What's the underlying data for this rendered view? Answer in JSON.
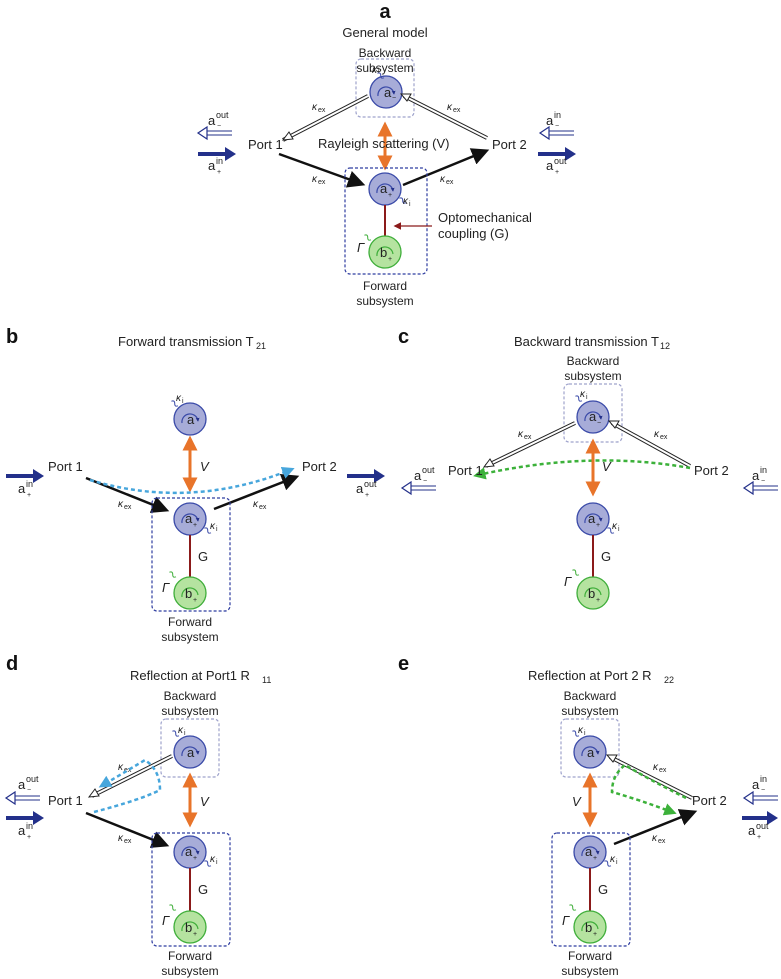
{
  "panels": {
    "a": {
      "letter": "a",
      "title": "General model",
      "backward_subsystem": [
        "Backward",
        "subsystem"
      ],
      "forward_subsystem": [
        "Forward",
        "subsystem"
      ],
      "port1": "Port 1",
      "port2": "Port 2",
      "rayleigh": "Rayleigh scattering (V)",
      "optomech": [
        "Optomechanical",
        "coupling (G)"
      ]
    },
    "b": {
      "letter": "b",
      "title": "Forward transmission T",
      "title_sub": "21",
      "port1": "Port 1",
      "port2": "Port 2",
      "coupling_v": "V",
      "coupling_g": "G",
      "forward_subsystem": [
        "Forward",
        "subsystem"
      ]
    },
    "c": {
      "letter": "c",
      "title": "Backward transmission T",
      "title_sub": "12",
      "backward_subsystem": [
        "Backward",
        "subsystem"
      ],
      "port1": "Port 1",
      "port2": "Port 2",
      "coupling_v": "V",
      "coupling_g": "G"
    },
    "d": {
      "letter": "d",
      "title": "Reflection at Port1 R",
      "title_sub": "11",
      "backward_subsystem": [
        "Backward",
        "subsystem"
      ],
      "forward_subsystem": [
        "Forward",
        "subsystem"
      ],
      "port1": "Port 1",
      "coupling_v": "V",
      "coupling_g": "G"
    },
    "e": {
      "letter": "e",
      "title": "Reflection at Port 2 R",
      "title_sub": "22",
      "backward_subsystem": [
        "Backward",
        "subsystem"
      ],
      "forward_subsystem": [
        "Forward",
        "subsystem"
      ],
      "port2": "Port 2",
      "coupling_v": "V",
      "coupling_g": "G"
    }
  },
  "symbols": {
    "a_minus": "a",
    "a_plus": "a",
    "b_plus": "b",
    "a_base": "a",
    "out_sup": "out",
    "in_sup": "in",
    "plus_sub": "+",
    "minus_sub": "−",
    "kappa": "κ",
    "kappa_ex_sub": "ex",
    "kappa_i_sub": "i",
    "gamma": "Γ"
  },
  "colors": {
    "mode_fill": "#a7acd8",
    "mode_stroke": "#3a4aa8",
    "mech_fill": "#b5e3a0",
    "mech_stroke": "#3fae3a",
    "orange": "#e8742a",
    "darkred": "#8b1a1a",
    "navy": "#23308a",
    "blue_dash": "#47a6dc",
    "green_dash": "#3cb13a",
    "box_forward": "#2f3da0",
    "box_backward": "#9fa3cc"
  }
}
